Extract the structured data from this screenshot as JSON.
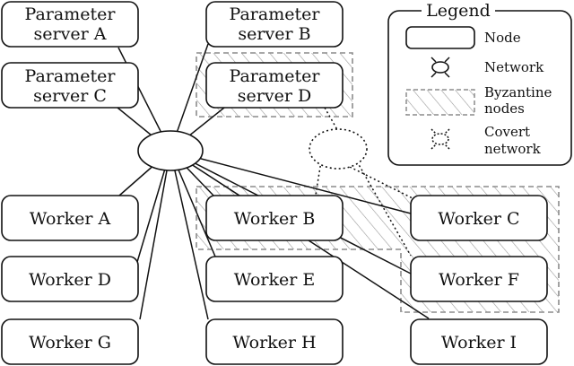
{
  "nodes": {
    "ps_a": [
      "Parameter",
      "server A"
    ],
    "ps_b": [
      "Parameter",
      "server B"
    ],
    "ps_c": [
      "Parameter",
      "server C"
    ],
    "ps_d": [
      "Parameter",
      "server D"
    ],
    "worker_a": "Worker A",
    "worker_b": "Worker B",
    "worker_c": "Worker C",
    "worker_d": "Worker D",
    "worker_e": "Worker E",
    "worker_f": "Worker F",
    "worker_g": "Worker G",
    "worker_h": "Worker H",
    "worker_i": "Worker I"
  },
  "legend": {
    "title": "Legend",
    "node": "Node",
    "network": "Network",
    "byzantine": [
      "Byzantine",
      "nodes"
    ],
    "covert": [
      "Covert",
      "network"
    ]
  }
}
